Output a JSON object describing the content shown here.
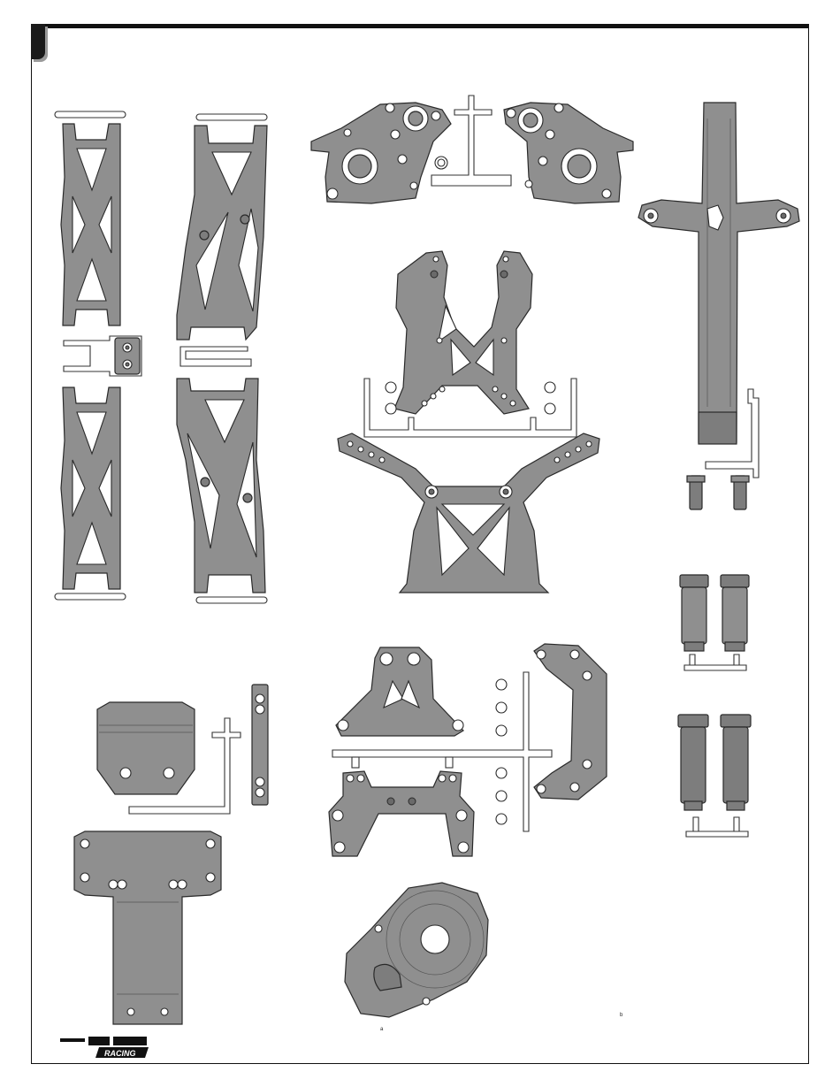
{
  "page": {
    "brand_logo_text": "HPI RACING",
    "marker_a": "a",
    "marker_b": "b"
  },
  "colors": {
    "part_fill": "#8f8f8f",
    "part_fill_dark": "#7a7a7a",
    "outline": "#2a2a2a",
    "sprue": "#ffffff",
    "frame": "#111111"
  }
}
